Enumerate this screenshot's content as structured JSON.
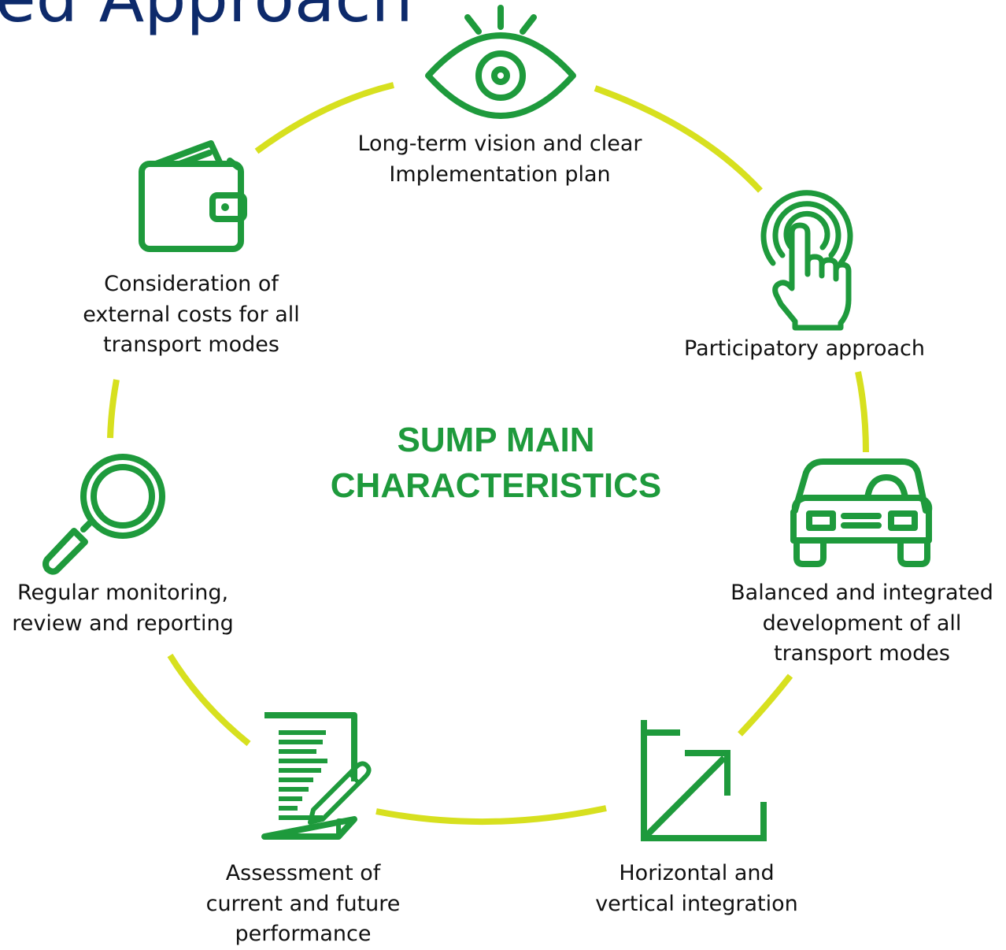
{
  "page": {
    "title": "ed Approach"
  },
  "diagram": {
    "center_title": "SUMP MAIN\nCHARACTERISTICS",
    "colors": {
      "ring": "#d7e01f",
      "icon": "#1e9a3c",
      "title": "#0d2a6b"
    },
    "items": [
      {
        "icon": "eye-icon",
        "label": "Long-term vision and clear\nImplementation plan"
      },
      {
        "icon": "touch-hand-icon",
        "label": "Participatory approach"
      },
      {
        "icon": "car-icon",
        "label": "Balanced and integrated\ndevelopment of all\ntransport modes"
      },
      {
        "icon": "diagonal-arrow-icon",
        "label": "Horizontal and\nvertical integration"
      },
      {
        "icon": "document-pencil-icon",
        "label": "Assessment of\ncurrent and future\nperformance"
      },
      {
        "icon": "magnifier-icon",
        "label": "Regular monitoring,\nreview and reporting"
      },
      {
        "icon": "wallet-icon",
        "label": "Consideration of\nexternal costs for all\ntransport modes"
      }
    ]
  }
}
